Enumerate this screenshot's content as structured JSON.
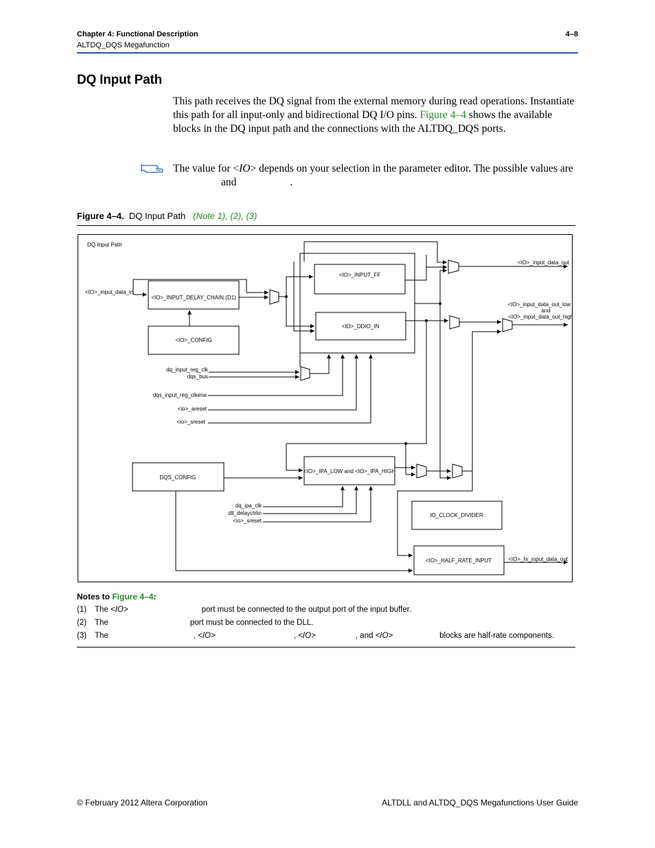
{
  "header": {
    "chapter": "Chapter 4:  Functional Description",
    "subtitle": "ALTDQ_DQS Megafunction",
    "page_number": "4–8"
  },
  "section": {
    "title": "DQ Input Path",
    "paragraph_part1": "This path receives the DQ signal from the external memory during read operations. Instantiate this path for all input-only and bidirectional DQ I/O pins. ",
    "paragraph_link": "Figure 4–4",
    "paragraph_part2": " shows the available blocks in the DQ input path and the connections with the ALTDQ_DQS ports."
  },
  "note": {
    "icon": "pointing-hand-icon",
    "part1": "The value for <",
    "io": "IO",
    "part2": "> depends on your selection in the parameter editor. The possible values are ",
    "and_word": "and",
    "end": "."
  },
  "figure": {
    "label": "Figure 4–4.",
    "title": "DQ Input Path",
    "note1": "(Note 1)",
    "note2": "(2)",
    "note3": "(3)",
    "comma": ", "
  },
  "diagram": {
    "title": "DQ Input Path",
    "blocks": {
      "input_delay_chain": "<IO>_INPUT_DELAY_CHAIN (D1)",
      "config": "<IO>_CONFIG",
      "input_ff": "<IO>_INPUT_FF",
      "ddio_in": "<IO>_DDIO_IN",
      "dqs_config": "DQS_CONFIG",
      "ipa": "<IO>_IPA_LOW and <IO>_IPA_HIGH",
      "io_clock_divider": "IO_CLOCK_DIVIDER",
      "half_rate_input": "<IO>_HALF_RATE_INPUT"
    },
    "signals": {
      "input_data_in": "<IO>_input_data_in",
      "input_data_out": "<IO>_input_data_out",
      "out_low": "<IO>_input_data_out_low",
      "and_word": "and",
      "out_high": "<IO>_input_data_out_high",
      "dq_input_reg_clk": "dq_input_reg_clk",
      "dqs_bus": "dqs_bus",
      "dqs_input_reg_clkena": "dqs_input_reg_clkena",
      "areset": "<io>_areset",
      "sreset": "<io>_sreset",
      "dq_ipa_clk": "dq_ipa_clk",
      "dll_delayctrlin": "dll_delayctrlin",
      "ipa_sreset": "<io>_sreset",
      "hr_input_data_out": "<IO>_hr_input_data_out"
    }
  },
  "notes": {
    "heading_prefix": "Notes to ",
    "heading_link": "Figure 4–4",
    "heading_suffix": ":",
    "items": [
      {
        "num": "(1)",
        "lead": "The ",
        "io": "<IO>",
        "text": "port must be connected to the output port of the input buffer."
      },
      {
        "num": "(2)",
        "lead": "The",
        "text": "port must be connected to the DLL."
      },
      {
        "num": "(3)",
        "lead": "The",
        "sep1": ",",
        "io1": "<IO>",
        "sep2": ",",
        "io2": "<IO>",
        "sep3": ", and",
        "io3": "<IO>",
        "text": "blocks are half-rate components."
      }
    ]
  },
  "footer": {
    "left": "© February 2012    Altera Corporation",
    "right": "ALTDLL and ALTDQ_DQS Megafunctions User Guide"
  },
  "colors": {
    "header_rule": "#1f5a9e",
    "link": "#2a8a2a"
  }
}
